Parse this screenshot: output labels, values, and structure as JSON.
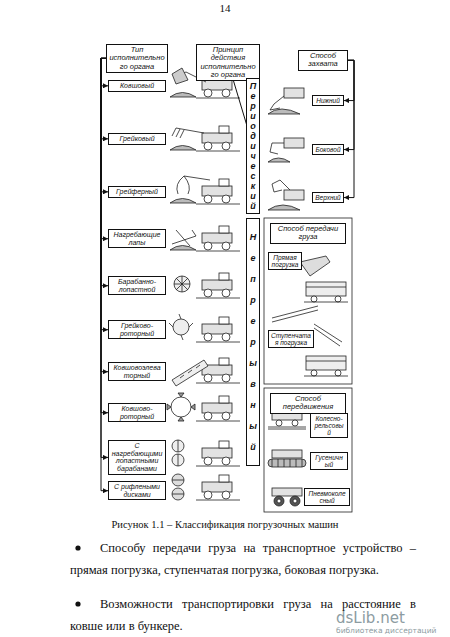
{
  "diagram": {
    "caption": "Рисунок 1.1 – Классификация погрузочных машин",
    "nodes": [
      {
        "text": [
          "Тип исполнительного органа"
        ]
      },
      {
        "text": [
          "Принцип действия исполнительного органа"
        ]
      },
      {
        "text": [
          "Способ захвата"
        ]
      },
      {
        "text": [
          "Ковшовый"
        ]
      },
      {
        "text": [
          "Грейковый"
        ]
      },
      {
        "text": [
          "Грейферный"
        ]
      },
      {
        "text": [
          "Нагребающие лапы"
        ]
      },
      {
        "text": [
          "Барабанно-лопастной"
        ]
      },
      {
        "text": [
          "Грейково-роторный"
        ]
      },
      {
        "text": [
          "Ковшовоэлеваторный"
        ]
      },
      {
        "text": [
          "Ковшово-роторный"
        ]
      },
      {
        "text": [
          "С нагребающими лопастными барабанами"
        ]
      },
      {
        "text": [
          "С рифлеными дисками"
        ]
      },
      {
        "text": [
          "Периодический"
        ]
      },
      {
        "text": [
          "Непрерывный"
        ]
      },
      {
        "text": [
          "Нижний"
        ]
      },
      {
        "text": [
          "Боковой"
        ]
      },
      {
        "text": [
          "Верхний"
        ]
      },
      {
        "text": [
          "Способ передачи груза"
        ]
      },
      {
        "text": [
          "Прямая погрузка"
        ]
      },
      {
        "text": [
          "Ступенчатая погрузка"
        ]
      },
      {
        "text": [
          "Способ передвижения"
        ]
      },
      {
        "text": [
          "Колесно-рельсовый"
        ]
      },
      {
        "text": [
          "Гусеничный"
        ]
      },
      {
        "text": [
          "Пневмоколесный"
        ]
      }
    ],
    "edges": [
      {
        "from": 0,
        "to": 3,
        "arrow": "to"
      },
      {
        "from": 0,
        "to": 4,
        "arrow": "to"
      },
      {
        "from": 0,
        "to": 5,
        "arrow": "to"
      },
      {
        "from": 0,
        "to": 6,
        "arrow": "to"
      },
      {
        "from": 0,
        "to": 7,
        "arrow": "to"
      },
      {
        "from": 0,
        "to": 8,
        "arrow": "to"
      },
      {
        "from": 0,
        "to": 9,
        "arrow": "to"
      },
      {
        "from": 0,
        "to": 10,
        "arrow": "to"
      },
      {
        "from": 0,
        "to": 11,
        "arrow": "to"
      },
      {
        "from": 0,
        "to": 12,
        "arrow": "to"
      },
      {
        "from": 1,
        "to": 13,
        "arrow": "to"
      },
      {
        "from": 2,
        "to": 15,
        "arrow": "to"
      },
      {
        "from": 2,
        "to": 16,
        "arrow": "to"
      },
      {
        "from": 2,
        "to": 17,
        "arrow": "to"
      }
    ],
    "labels": [
      "14",
      "Способу передачи груза на транспортное устройство – прямая погрузка, ступенчатая погрузка, боковая погрузка.",
      "Возможности транспортировки груза на расстояние в ковше или в бункере.",
      "dsLib.net",
      "библиотека диссертаций"
    ]
  }
}
